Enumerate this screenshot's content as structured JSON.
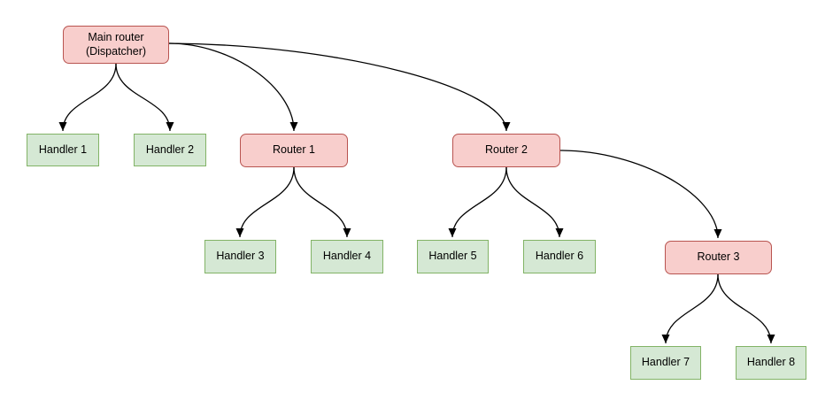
{
  "diagram": {
    "nodes": [
      {
        "id": "main-router",
        "label": "Main router (Dispatcher)",
        "type": "router"
      },
      {
        "id": "handler-1",
        "label": "Handler 1",
        "type": "handler"
      },
      {
        "id": "handler-2",
        "label": "Handler 2",
        "type": "handler"
      },
      {
        "id": "router-1",
        "label": "Router 1",
        "type": "router"
      },
      {
        "id": "router-2",
        "label": "Router 2",
        "type": "router"
      },
      {
        "id": "handler-3",
        "label": "Handler 3",
        "type": "handler"
      },
      {
        "id": "handler-4",
        "label": "Handler 4",
        "type": "handler"
      },
      {
        "id": "handler-5",
        "label": "Handler 5",
        "type": "handler"
      },
      {
        "id": "handler-6",
        "label": "Handler 6",
        "type": "handler"
      },
      {
        "id": "router-3",
        "label": "Router 3",
        "type": "router"
      },
      {
        "id": "handler-7",
        "label": "Handler 7",
        "type": "handler"
      },
      {
        "id": "handler-8",
        "label": "Handler 8",
        "type": "handler"
      }
    ],
    "edges": [
      {
        "from": "main-router",
        "to": "handler-1"
      },
      {
        "from": "main-router",
        "to": "handler-2"
      },
      {
        "from": "main-router",
        "to": "router-1"
      },
      {
        "from": "main-router",
        "to": "router-2"
      },
      {
        "from": "router-1",
        "to": "handler-3"
      },
      {
        "from": "router-1",
        "to": "handler-4"
      },
      {
        "from": "router-2",
        "to": "handler-5"
      },
      {
        "from": "router-2",
        "to": "handler-6"
      },
      {
        "from": "router-2",
        "to": "router-3"
      },
      {
        "from": "router-3",
        "to": "handler-7"
      },
      {
        "from": "router-3",
        "to": "handler-8"
      }
    ],
    "colors": {
      "router_fill": "#f8cecc",
      "router_border": "#b85450",
      "handler_fill": "#d5e8d4",
      "handler_border": "#82b366",
      "edge": "#000000",
      "background": "#ffffff"
    }
  }
}
